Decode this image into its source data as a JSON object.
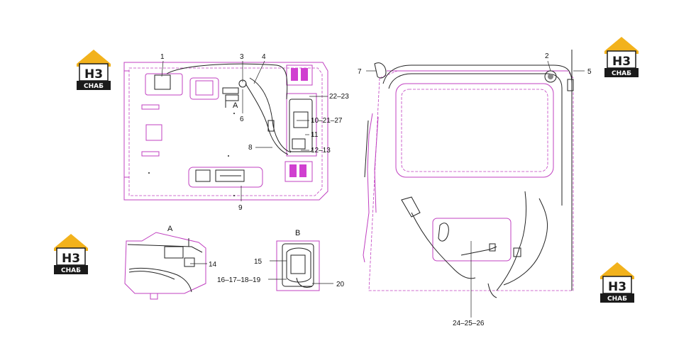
{
  "logo": {
    "mark": "H3",
    "text": "СНАБ"
  },
  "sections": {
    "a": "A",
    "b": "B"
  },
  "view_marker": "A",
  "callouts": {
    "c1": "1",
    "c2": "2",
    "c3": "3",
    "c4": "4",
    "c5": "5",
    "c6": "6",
    "c7": "7",
    "c8": "8",
    "c9": "9",
    "c11": "11",
    "c14": "14",
    "c15": "15",
    "c20": "20",
    "c10_21_27": "10–21–27",
    "c12_13": "12–13",
    "c16_17_18_19": "16–17–18–19",
    "c22_23": "22–23",
    "c24_25_26": "24–25–26"
  },
  "colors": {
    "part_outline": "#c040c0",
    "wiring": "#222222",
    "logo_yellow": "#f2b21c",
    "logo_dark": "#1a1a1a"
  }
}
